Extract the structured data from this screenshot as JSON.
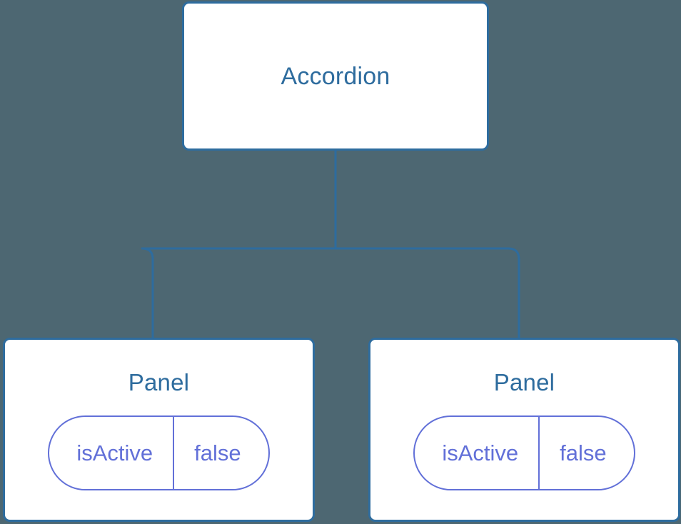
{
  "diagram": {
    "background_color": "#4d6772",
    "node_border_color": "#2e6c9e",
    "node_text_color": "#2e6c9e",
    "edge_color": "#2e6c9e",
    "pill_color": "#6270d8",
    "node_fill_color": "#ffffff",
    "root": {
      "title": "Accordion"
    },
    "children": [
      {
        "title": "Panel",
        "attribute": {
          "key": "isActive",
          "value": "false"
        }
      },
      {
        "title": "Panel",
        "attribute": {
          "key": "isActive",
          "value": "false"
        }
      }
    ]
  }
}
